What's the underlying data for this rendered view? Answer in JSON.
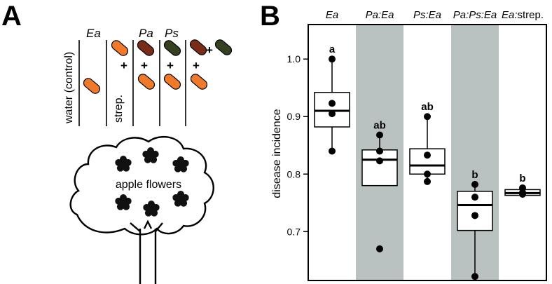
{
  "panel_a": {
    "letter": "A",
    "col_ea": "Ea",
    "col_pa": "Pa",
    "col_ps": "Ps",
    "plus": "+",
    "water_label": "water (control)",
    "strep_label": "strep.",
    "flowers_label": "apple flowers"
  },
  "panel_b": {
    "letter": "B"
  },
  "colors": {
    "ea": "#f07a2a",
    "pa": "#7a2c18",
    "ps": "#34401f",
    "shade": "#b9c2c0"
  },
  "chart_data": {
    "type": "boxplot",
    "ylabel": "disease incidence",
    "ylim": [
      0.615,
      1.06
    ],
    "yticks": [
      0.7,
      0.8,
      0.9,
      1.0
    ],
    "ytick_labels": [
      "0.7",
      "0.8",
      "0.9",
      "1.0"
    ],
    "groups": [
      {
        "label": "Ea",
        "shaded": false,
        "letter": "a",
        "box": {
          "min": 0.84,
          "q1": 0.882,
          "median": 0.91,
          "q3": 0.942,
          "max": 1.0
        },
        "points": [
          1.0,
          0.923,
          0.905,
          0.84
        ]
      },
      {
        "label": "Pa:Ea",
        "shaded": true,
        "letter": "ab",
        "box": {
          "min": 0.78,
          "q1": 0.78,
          "median": 0.825,
          "q3": 0.842,
          "max": 0.868
        },
        "points": [
          0.868,
          0.84,
          0.823,
          0.67
        ]
      },
      {
        "label": "Ps:Ea",
        "shaded": false,
        "letter": "ab",
        "box": {
          "min": 0.787,
          "q1": 0.8,
          "median": 0.815,
          "q3": 0.844,
          "max": 0.9
        },
        "points": [
          0.9,
          0.833,
          0.8,
          0.787
        ]
      },
      {
        "label": "Pa:Ps:Ea",
        "shaded": true,
        "letter": "b",
        "box": {
          "min": 0.622,
          "q1": 0.702,
          "median": 0.746,
          "q3": 0.77,
          "max": 0.782
        },
        "points": [
          0.782,
          0.76,
          0.728,
          0.622
        ]
      },
      {
        "label": "Ea:strep.",
        "shaded": false,
        "letter": "b",
        "box": {
          "min": 0.763,
          "q1": 0.763,
          "median": 0.767,
          "q3": 0.773,
          "max": 0.776
        },
        "points": [
          0.776,
          0.768,
          0.765
        ]
      }
    ]
  }
}
